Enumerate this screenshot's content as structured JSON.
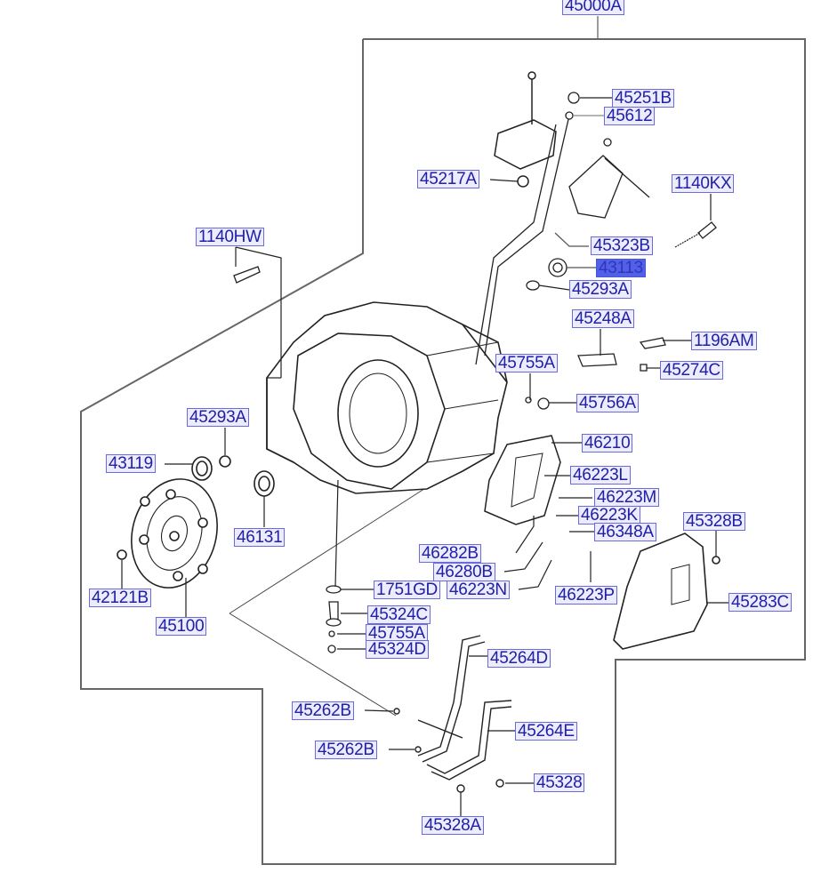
{
  "diagram": {
    "title": "Automatic transaxle assembly exploded view",
    "accent_color": "#2020a8",
    "highlight_color": "#5060e8",
    "assembly_label": "45000A",
    "selected_part": "43113",
    "labels": [
      {
        "id": "45000A",
        "text": "45000A"
      },
      {
        "id": "45251B",
        "text": "45251B"
      },
      {
        "id": "45612",
        "text": "45612"
      },
      {
        "id": "45217A",
        "text": "45217A"
      },
      {
        "id": "1140KX",
        "text": "1140KX"
      },
      {
        "id": "1140HW",
        "text": "1140HW"
      },
      {
        "id": "45323B",
        "text": "45323B"
      },
      {
        "id": "43113",
        "text": "43113"
      },
      {
        "id": "45293A-top",
        "text": "45293A"
      },
      {
        "id": "45248A",
        "text": "45248A"
      },
      {
        "id": "1196AM",
        "text": "1196AM"
      },
      {
        "id": "45755A-top",
        "text": "45755A"
      },
      {
        "id": "45274C",
        "text": "45274C"
      },
      {
        "id": "45756A",
        "text": "45756A"
      },
      {
        "id": "45293A-left",
        "text": "45293A"
      },
      {
        "id": "46210",
        "text": "46210"
      },
      {
        "id": "43119",
        "text": "43119"
      },
      {
        "id": "46223L",
        "text": "46223L"
      },
      {
        "id": "46223M",
        "text": "46223M"
      },
      {
        "id": "46223K",
        "text": "46223K"
      },
      {
        "id": "46131",
        "text": "46131"
      },
      {
        "id": "45328B",
        "text": "45328B"
      },
      {
        "id": "46348A",
        "text": "46348A"
      },
      {
        "id": "46282B",
        "text": "46282B"
      },
      {
        "id": "46280B",
        "text": "46280B"
      },
      {
        "id": "42121B",
        "text": "42121B"
      },
      {
        "id": "1751GD",
        "text": "1751GD"
      },
      {
        "id": "46223N",
        "text": "46223N"
      },
      {
        "id": "46223P",
        "text": "46223P"
      },
      {
        "id": "45283C",
        "text": "45283C"
      },
      {
        "id": "45100",
        "text": "45100"
      },
      {
        "id": "45324C",
        "text": "45324C"
      },
      {
        "id": "45755A-bottom",
        "text": "45755A"
      },
      {
        "id": "45324D",
        "text": "45324D"
      },
      {
        "id": "45264D",
        "text": "45264D"
      },
      {
        "id": "45262B-top",
        "text": "45262B"
      },
      {
        "id": "45264E",
        "text": "45264E"
      },
      {
        "id": "45262B-bottom",
        "text": "45262B"
      },
      {
        "id": "45328",
        "text": "45328"
      },
      {
        "id": "45328A",
        "text": "45328A"
      }
    ]
  }
}
